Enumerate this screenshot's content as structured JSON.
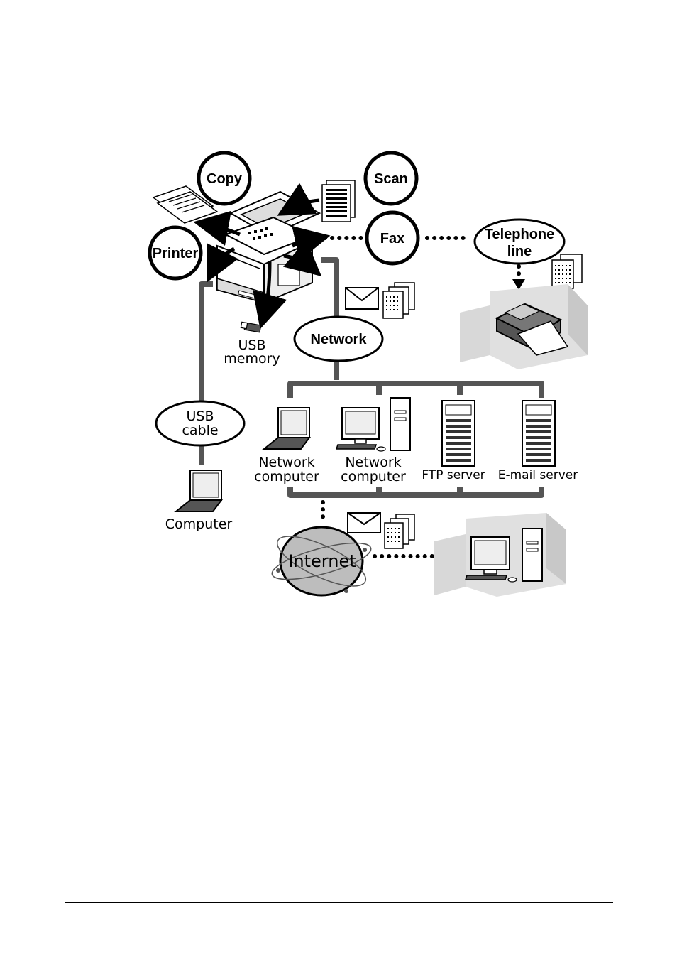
{
  "functions": {
    "copy": "Copy",
    "scan": "Scan",
    "printer": "Printer",
    "fax": "Fax"
  },
  "telephone_line": {
    "line1": "Telephone",
    "line2": "line"
  },
  "network": "Network",
  "usb_memory": {
    "line1": "USB",
    "line2": "memory"
  },
  "usb_cable": {
    "line1": "USB",
    "line2": "cable"
  },
  "computer": "Computer",
  "network_computer_1": {
    "line1": "Network",
    "line2": "computer"
  },
  "network_computer_2": {
    "line1": "Network",
    "line2": "computer"
  },
  "ftp_server": "FTP server",
  "email_server": "E-mail server",
  "internet": "Internet"
}
